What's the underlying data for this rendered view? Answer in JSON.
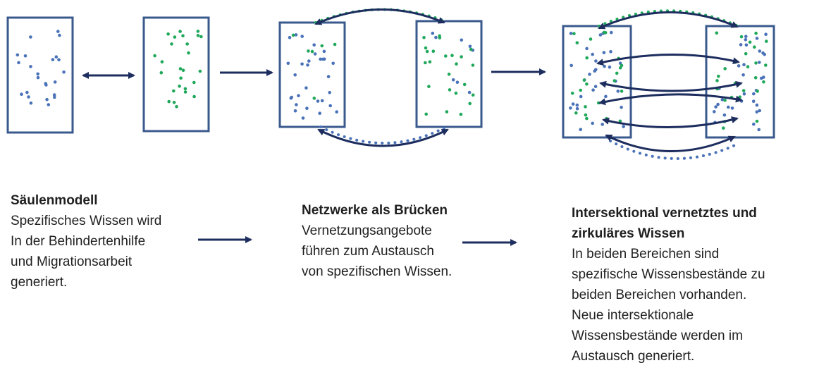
{
  "colors": {
    "frame": "#3a5a8e",
    "arrow": "#1c2d5e",
    "dot_blue": "#4a72b8",
    "dot_green": "#1fa85a",
    "text": "#1f1f1f"
  },
  "stages": [
    {
      "heading": "Säulenmodell",
      "lines": [
        "Spezifisches Wissen wird",
        "In der Behindertenhilfe",
        "und Migrationsarbeit",
        "generiert."
      ]
    },
    {
      "heading_lines": [
        "Netzwerke als Brücken"
      ],
      "lines": [
        "Vernetzungsangebote",
        "führen zum Austausch",
        "von spezifischen Wissen."
      ]
    },
    {
      "heading_lines": [
        "Intersektional vernetztes und",
        "zirkuläres Wissen"
      ],
      "lines": [
        "In beiden Bereichen sind",
        "spezifische Wissensbestände zu",
        "beiden Bereichen vorhanden.",
        "Neue intersektionale",
        "Wissensbestände werden im",
        "Austausch generiert."
      ]
    }
  ]
}
